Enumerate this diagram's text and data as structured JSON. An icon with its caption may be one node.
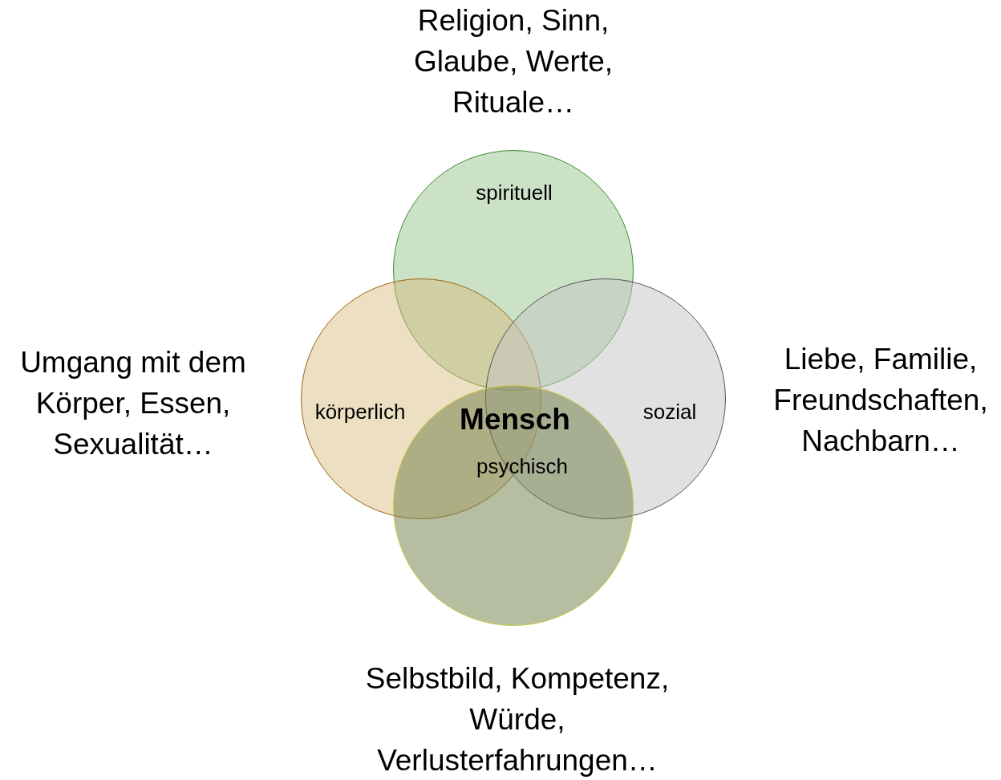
{
  "diagram": {
    "nodes": [
      {
        "text": [
          "spirituell"
        ],
        "beside": [
          "Religion, Sinn, Glaube, Werte, Rituale…"
        ]
      },
      {
        "text": [
          "körperlich"
        ],
        "beside": [
          "Umgang mit dem Körper, Essen, Sexualität…"
        ]
      },
      {
        "text": [
          "sozial"
        ],
        "beside": [
          "Liebe, Familie, Freundschaften, Nachbarn…"
        ]
      },
      {
        "text": [
          "psychisch"
        ],
        "beside": [
          "Selbstbild, Kompetenz, Würde, Verlusterfahrungen…"
        ]
      }
    ],
    "edges": [],
    "labels": [
      "Mensch"
    ]
  }
}
